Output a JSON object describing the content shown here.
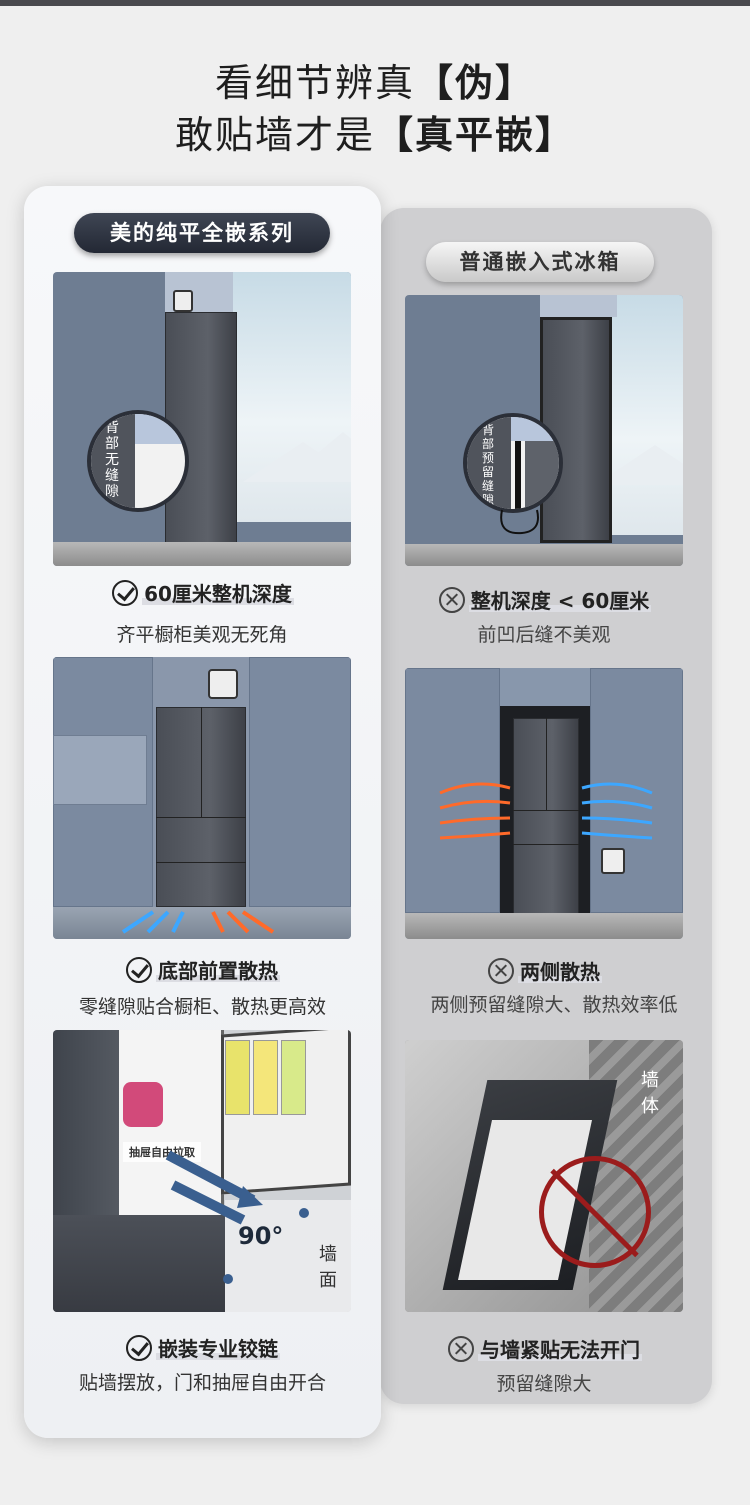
{
  "headline": {
    "line1_prefix": "看细节辨真",
    "line1_strong": "【伪】",
    "line2_prefix": "敢贴墙才是",
    "line2_strong": "【真平嵌】"
  },
  "left_column": {
    "title": "美的纯平全嵌系列",
    "items": [
      {
        "caption": "60厘米整机深度",
        "subtitle": "齐平橱柜美观无死角",
        "overlay": "背部无缝隙"
      },
      {
        "caption": "底部前置散热",
        "subtitle": "零缝隙贴合橱柜、散热更高效"
      },
      {
        "caption": "嵌装专业铰链",
        "subtitle": "贴墙摆放，门和抽屉自由开合",
        "overlay_label": "抽屉自由拉取",
        "angle": "90°",
        "wall_label": "墙面"
      }
    ]
  },
  "right_column": {
    "title": "普通嵌入式冰箱",
    "items": [
      {
        "caption": "整机深度 < 60厘米",
        "subtitle": "前凹后缝不美观",
        "overlay": "背部预留缝隙"
      },
      {
        "caption": "两侧散热",
        "subtitle": "两侧预留缝隙大、散热效率低"
      },
      {
        "caption": "与墙紧贴无法开门",
        "subtitle": "预留缝隙大",
        "wall_label": "墙体"
      }
    ]
  },
  "colors": {
    "left_pill": "#2c323e",
    "right_pill": "#d9d9d9",
    "heat_orange": "#ff6a2a",
    "heat_blue": "#3da7ff",
    "prohibit_red": "#9b1c1c"
  }
}
